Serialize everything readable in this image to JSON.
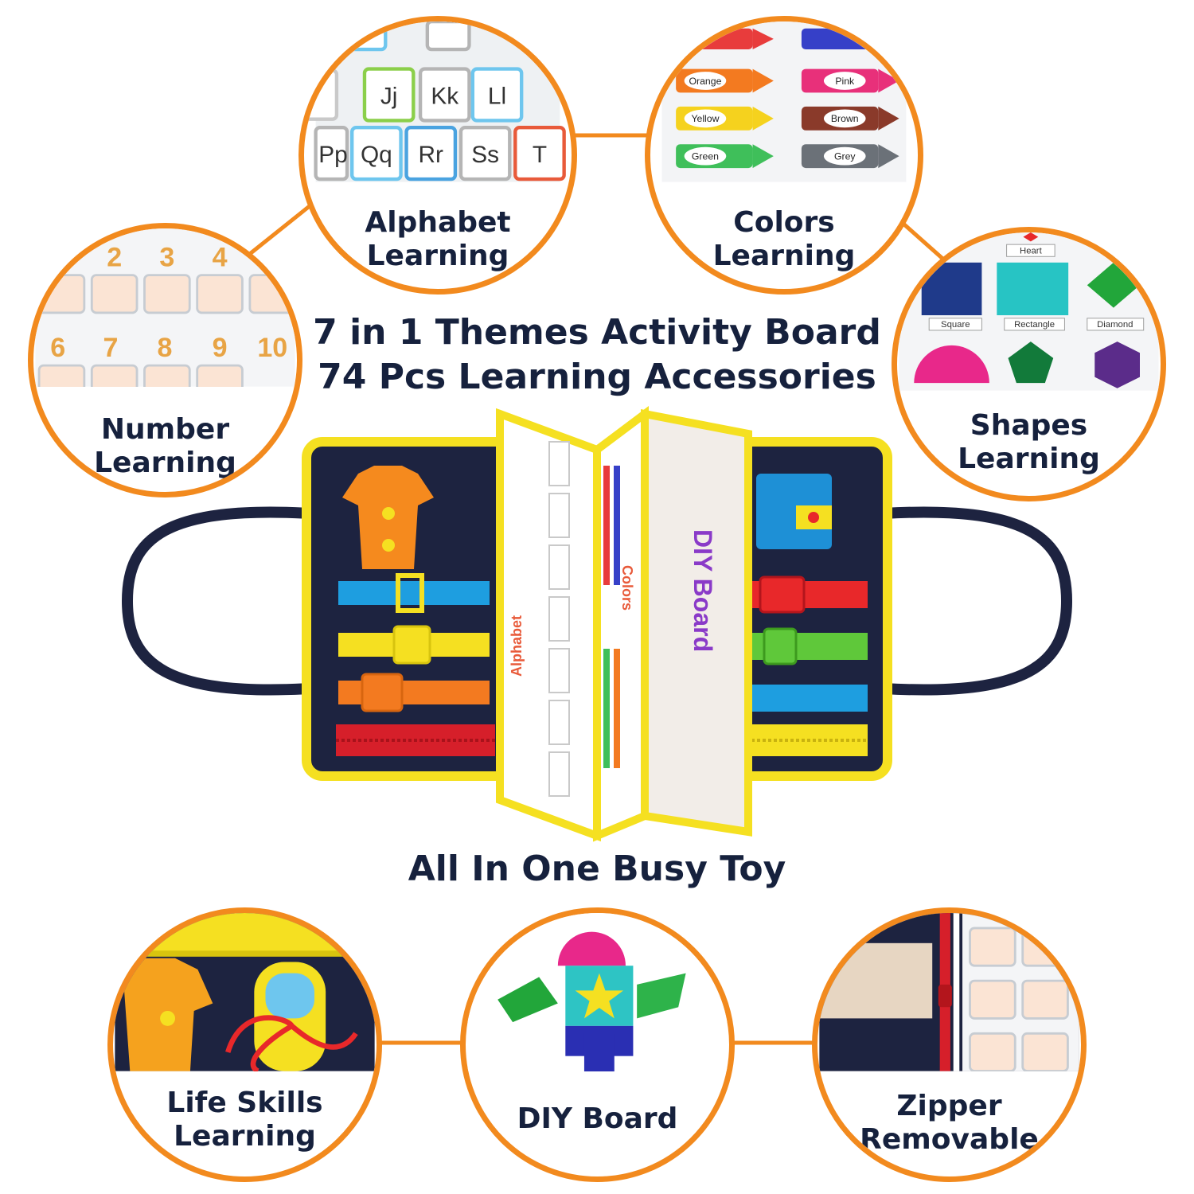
{
  "headline": {
    "line1": "7 in 1 Themes Activity Board",
    "line2": "74 Pcs Learning Accessories",
    "bottom": "All In One Busy Toy"
  },
  "features": [
    {
      "icon": "alphabet-cards-icon",
      "line1": "Alphabet",
      "line2": "Learning"
    },
    {
      "icon": "color-crayons-icon",
      "line1": "Colors",
      "line2": "Learning"
    },
    {
      "icon": "number-cards-icon",
      "line1": "Number",
      "line2": "Learning"
    },
    {
      "icon": "felt-shapes-icon",
      "line1": "Shapes",
      "line2": "Learning"
    },
    {
      "icon": "shirt-and-shoe-icon",
      "line1": "Life Skills",
      "line2": "Learning"
    },
    {
      "icon": "felt-figure-icon",
      "line1": "DIY Board",
      "line2": ""
    },
    {
      "icon": "zipper-icon",
      "line1": "Zipper",
      "line2": "Removable"
    }
  ],
  "alphabet_cards": {
    "row1": [
      "Jj",
      "Kk",
      "Ll"
    ],
    "row2": [
      "Pp",
      "Qq",
      "Rr",
      "Ss",
      "T"
    ]
  },
  "color_labels": {
    "left": [
      "Orange",
      "Yellow",
      "Green"
    ],
    "right": [
      "Pink",
      "Brown",
      "Grey"
    ]
  },
  "numbers": {
    "row1": [
      "2",
      "3",
      "4"
    ],
    "row2": [
      "6",
      "7",
      "8",
      "9",
      "10"
    ]
  },
  "shape_labels": [
    "Heart",
    "Square",
    "Rectangle",
    "Diamond"
  ],
  "board_labels": {
    "alphabet": "Alphabet",
    "colors": "Colors",
    "diy": "DIY Board"
  },
  "colors": {
    "accent": "#f28a1e",
    "navy_text": "#16213d",
    "felt_navy": "#1d2340",
    "trim_yellow": "#f5e021"
  }
}
